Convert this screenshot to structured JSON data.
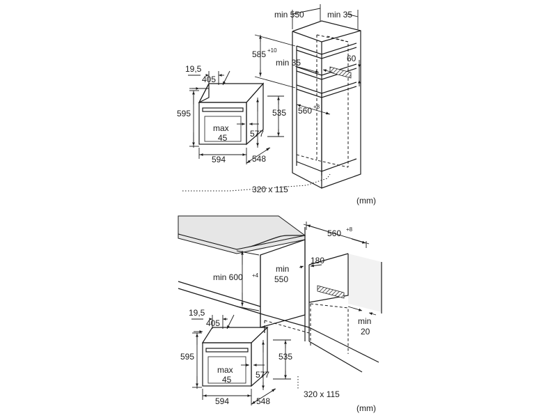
{
  "diagram": {
    "unit_top": "(mm)",
    "unit_bottom": "(mm)",
    "top_oven": {
      "d_19_5": "19,5",
      "d_405": "405",
      "d_595": "595",
      "d_577": "577",
      "d_535": "535",
      "max": "max",
      "max_val": "45",
      "d_594": "594",
      "d_548": "548"
    },
    "top_cabinet": {
      "min550": "min 550",
      "min35_top": "min 35",
      "d_585": "585",
      "d_585_sup": "+10",
      "min35_mid": "min 35",
      "d_60": "60",
      "d_560": "560",
      "d_560_sup": "+8",
      "vent": "320 x 115"
    },
    "bottom_oven": {
      "d_19_5": "19,5",
      "d_405": "405",
      "d_595": "595",
      "d_577": "577",
      "d_535": "535",
      "max": "max",
      "max_val": "45",
      "d_594": "594",
      "d_548": "548"
    },
    "bottom_cabinet": {
      "d_560": "560",
      "d_560_sup": "+8",
      "min600": "min 600",
      "min600_sup": "+4",
      "min550_a": "min",
      "min550_b": "550",
      "d_180": "180",
      "min20_a": "min",
      "min20_b": "20",
      "vent": "320 x 115"
    }
  }
}
